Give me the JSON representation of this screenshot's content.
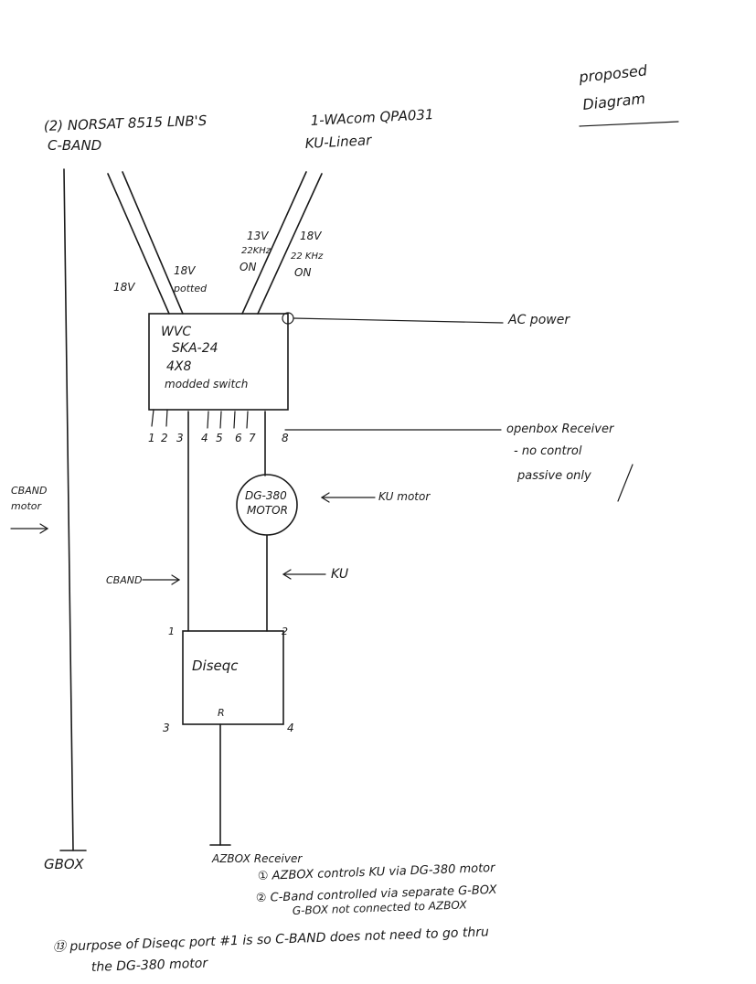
{
  "title": {
    "line1": "proposed",
    "line2": "Diagram"
  },
  "lnb_cband": {
    "line1": "(2) NORSAT 8515 LNB'S",
    "line2": "C-BAND"
  },
  "lnb_ku": {
    "line1": "1-WAcom QPA031",
    "line2": "KU-Linear"
  },
  "feed_labels": {
    "cband_left": "18V",
    "cband_right_1": "18V",
    "cband_right_2": "potted",
    "ku_left_1": "13V",
    "ku_left_2": "22KHz",
    "ku_left_3": "ON",
    "ku_right_1": "18V",
    "ku_right_2": "22 KHz",
    "ku_right_3": "ON"
  },
  "switch": {
    "line1": "WVC",
    "line2": "SKA-24",
    "line3": "4X8",
    "line4": "modded switch",
    "ports": [
      "1",
      "2",
      "3",
      "4",
      "5",
      "6",
      "7",
      "8"
    ]
  },
  "ac_power": "AC power",
  "openbox": {
    "line1": "openbox Receiver",
    "line2": "- no control",
    "line3": "passive only"
  },
  "motor": {
    "line1": "DG-380",
    "line2": "MOTOR"
  },
  "ku_motor_label": "KU motor",
  "ku_label": "KU",
  "cband_line_label": "CBAND",
  "cband_motor": {
    "line1": "CBAND",
    "line2": "motor"
  },
  "diseqc": {
    "label": "Diseqc",
    "port1": "1",
    "port2": "2",
    "port3": "3",
    "port4": "4",
    "portR": "R"
  },
  "gbox": "GBOX",
  "azbox": "AZBOX Receiver",
  "notes": {
    "n1": "① AZBOX controls KU via DG-380 motor",
    "n2a": "② C-Band controlled via separate G-BOX",
    "n2b": "G-BOX not connected to AZBOX",
    "n3a": "⑬ purpose of Diseqc port #1 is so C-BAND does not need to go thru",
    "n3b": "the DG-380 motor"
  }
}
